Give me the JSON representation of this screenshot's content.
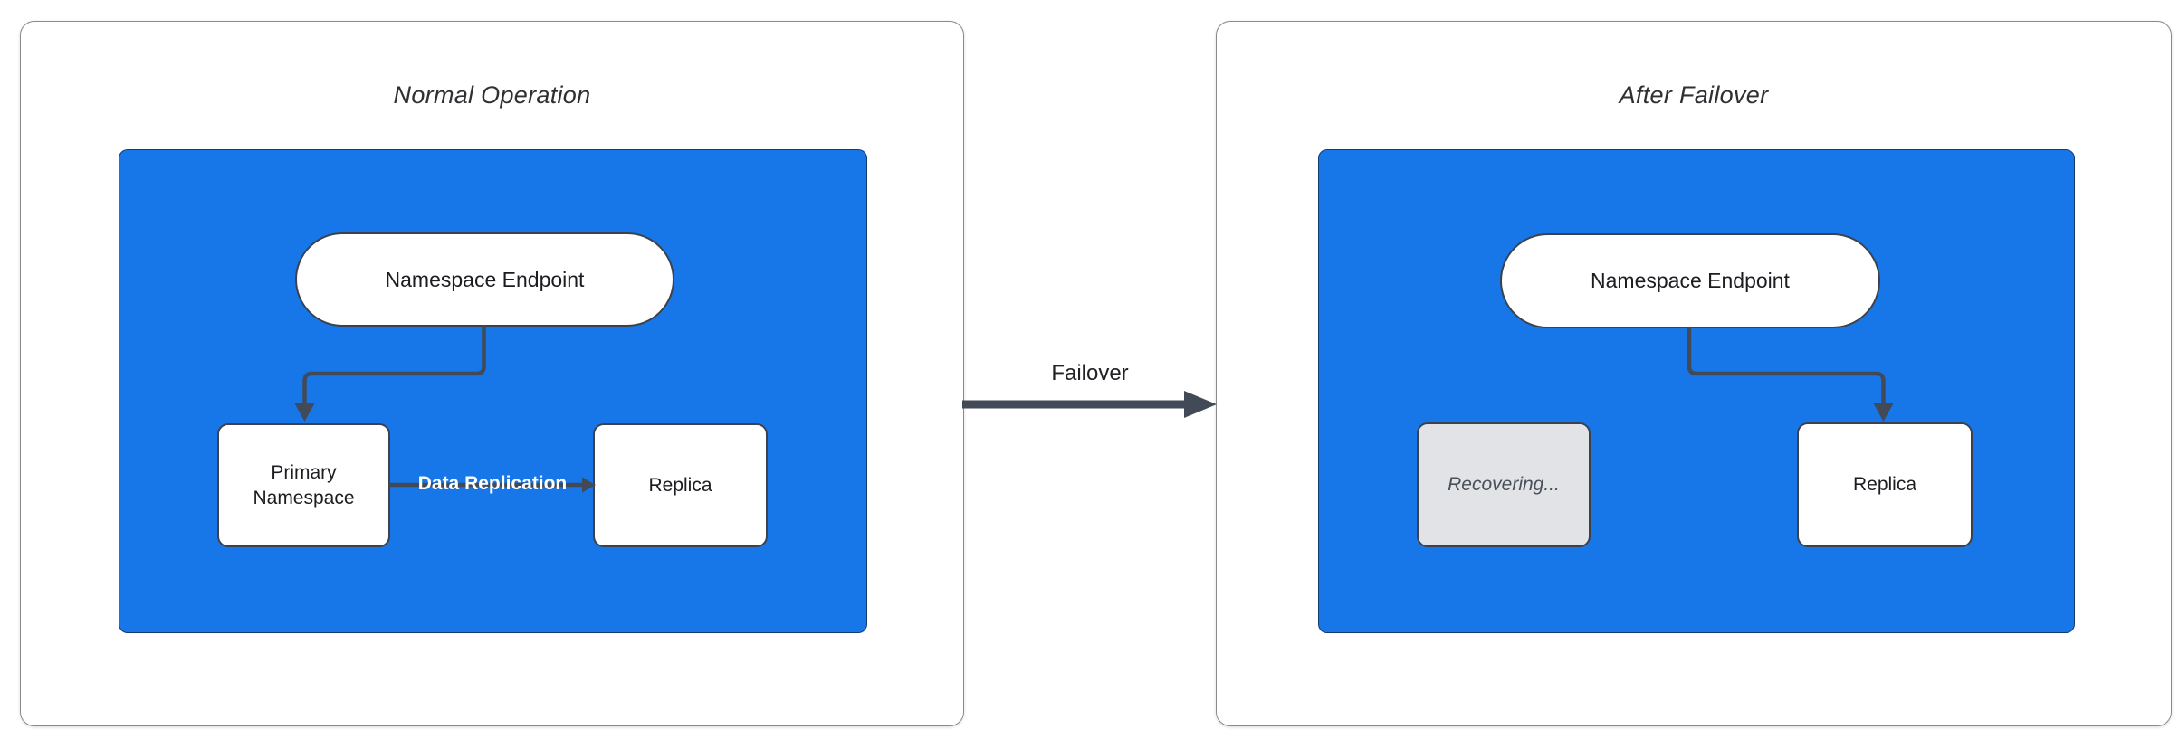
{
  "panels": [
    {
      "title": "Normal Operation",
      "endpoint": "Namespace Endpoint",
      "nodes": [
        {
          "label": "Primary Namespace",
          "state": "primary"
        },
        {
          "label": "Replica",
          "state": "replica"
        }
      ],
      "replication_label": "Data Replication"
    },
    {
      "title": "After Failover",
      "endpoint": "Namespace Endpoint",
      "nodes": [
        {
          "label": "Recovering...",
          "state": "recovering"
        },
        {
          "label": "Replica",
          "state": "replica-promoted"
        }
      ]
    }
  ],
  "failover_label": "Failover",
  "colors": {
    "cluster_blue": "#1777e8",
    "connector": "#414a56",
    "recovering_fill": "#e2e3e6",
    "recovering_text": "#4a505a"
  }
}
